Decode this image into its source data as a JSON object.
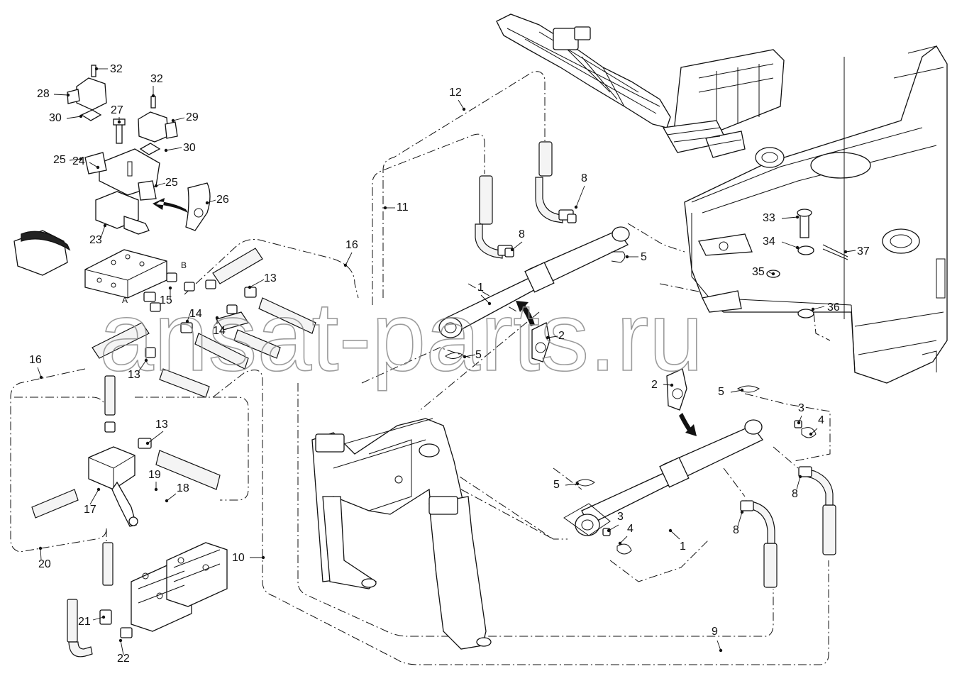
{
  "watermark": "ansat-parts.ru",
  "corner_code": "",
  "port_labels": {
    "a": "A",
    "b": "B"
  },
  "callouts": [
    "1",
    "1",
    "2",
    "2",
    "3",
    "3",
    "4",
    "4",
    "5",
    "5",
    "5",
    "5",
    "8",
    "8",
    "8",
    "8",
    "9",
    "10",
    "11",
    "12",
    "13",
    "13",
    "13",
    "14",
    "14",
    "15",
    "16",
    "16",
    "17",
    "18",
    "19",
    "20",
    "21",
    "22",
    "23",
    "24",
    "25",
    "25",
    "26",
    "27",
    "28",
    "29",
    "30",
    "30",
    "32",
    "32",
    "33",
    "34",
    "35",
    "36",
    "37"
  ]
}
